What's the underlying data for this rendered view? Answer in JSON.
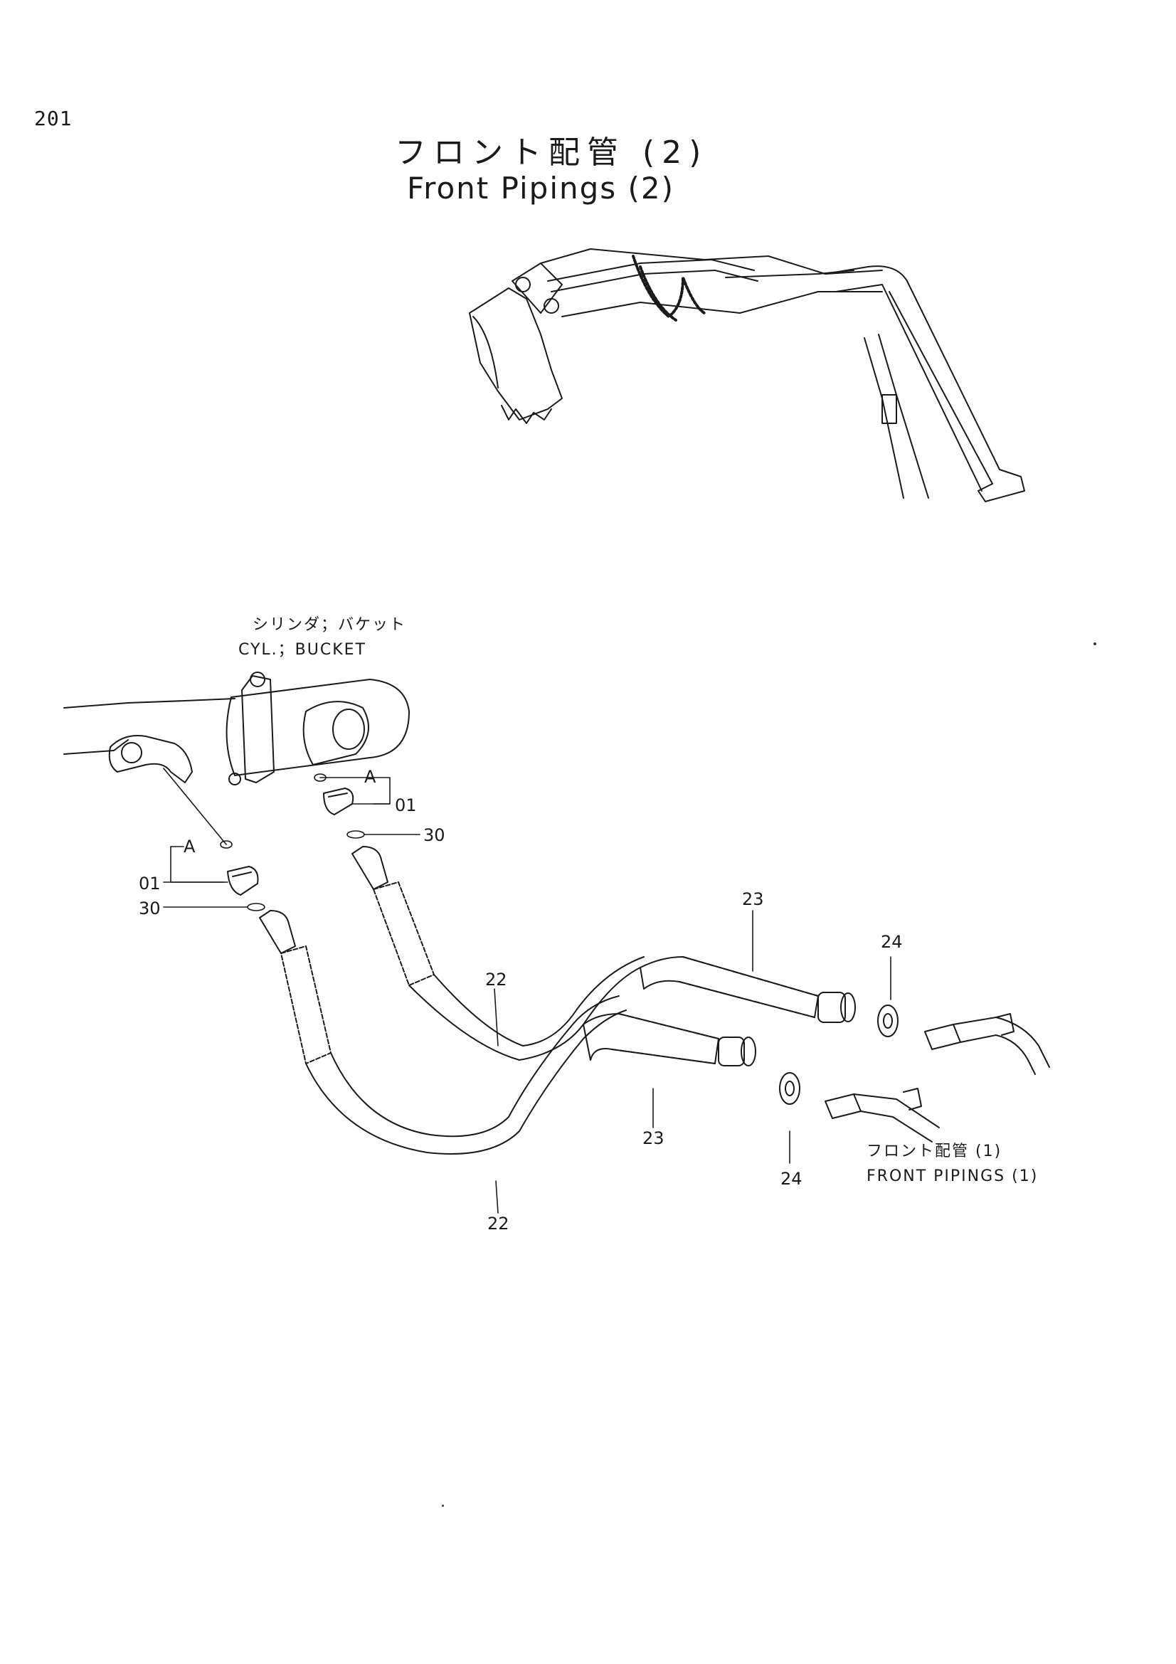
{
  "page": {
    "number": "201"
  },
  "title": {
    "japanese": "フロント配管 (2)",
    "english": "Front Pipings (2)"
  },
  "notes": {
    "bucket_cylinder_jp": "シリンダ；バケット",
    "bucket_cylinder_en": "CYL.；BUCKET",
    "front_pipings_jp": "フロント配管 (1)",
    "front_pipings_en": "FRONT PIPINGS (1)"
  },
  "callouts": {
    "detail_a_upper": "A",
    "detail_a_lower": "A",
    "part_01_upper": "01",
    "part_01_lower": "01",
    "part_30_upper": "30",
    "part_30_lower": "30",
    "part_22_upper": "22",
    "part_22_lower": "22",
    "part_23_upper": "23",
    "part_23_lower": "23",
    "part_24_upper": "24",
    "part_24_lower": "24"
  },
  "colors": {
    "ink": "#1a1a1a",
    "paper": "#ffffff"
  }
}
